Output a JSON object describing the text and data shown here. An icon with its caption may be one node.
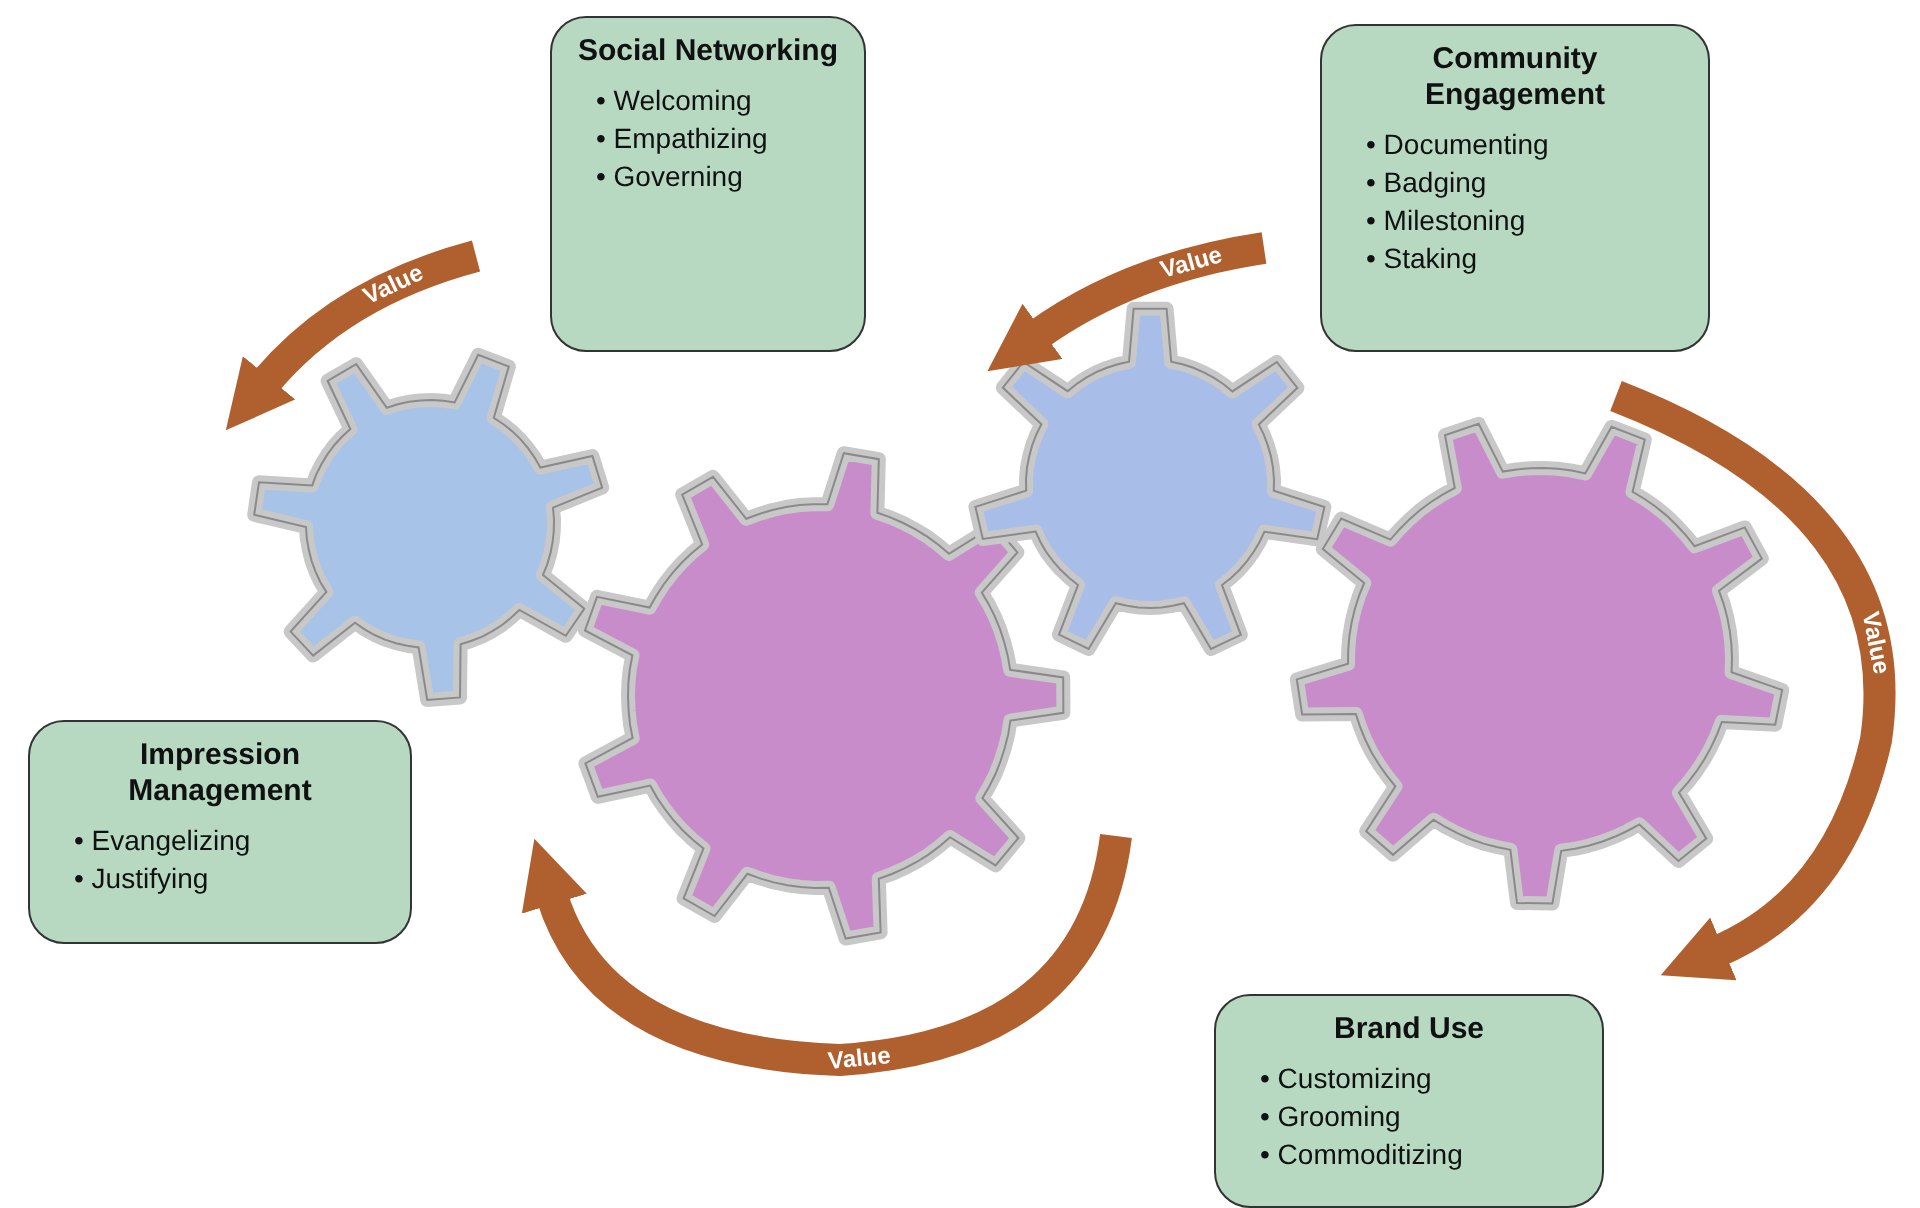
{
  "diagram": {
    "nodes": [
      {
        "text": [
          "Social Networking",
          "• Welcoming",
          "• Empathizing",
          "• Governing"
        ]
      },
      {
        "text": [
          "Community Engagement",
          "• Documenting",
          "• Badging",
          "• Milestoning",
          "• Staking"
        ]
      },
      {
        "text": [
          "Impression Management",
          "• Evangelizing",
          "• Justifying"
        ]
      },
      {
        "text": [
          "Brand Use",
          "• Customizing",
          "• Grooming",
          "• Commoditizing"
        ]
      }
    ],
    "labels": [
      "Value",
      "Value",
      "Value",
      "Value"
    ]
  }
}
